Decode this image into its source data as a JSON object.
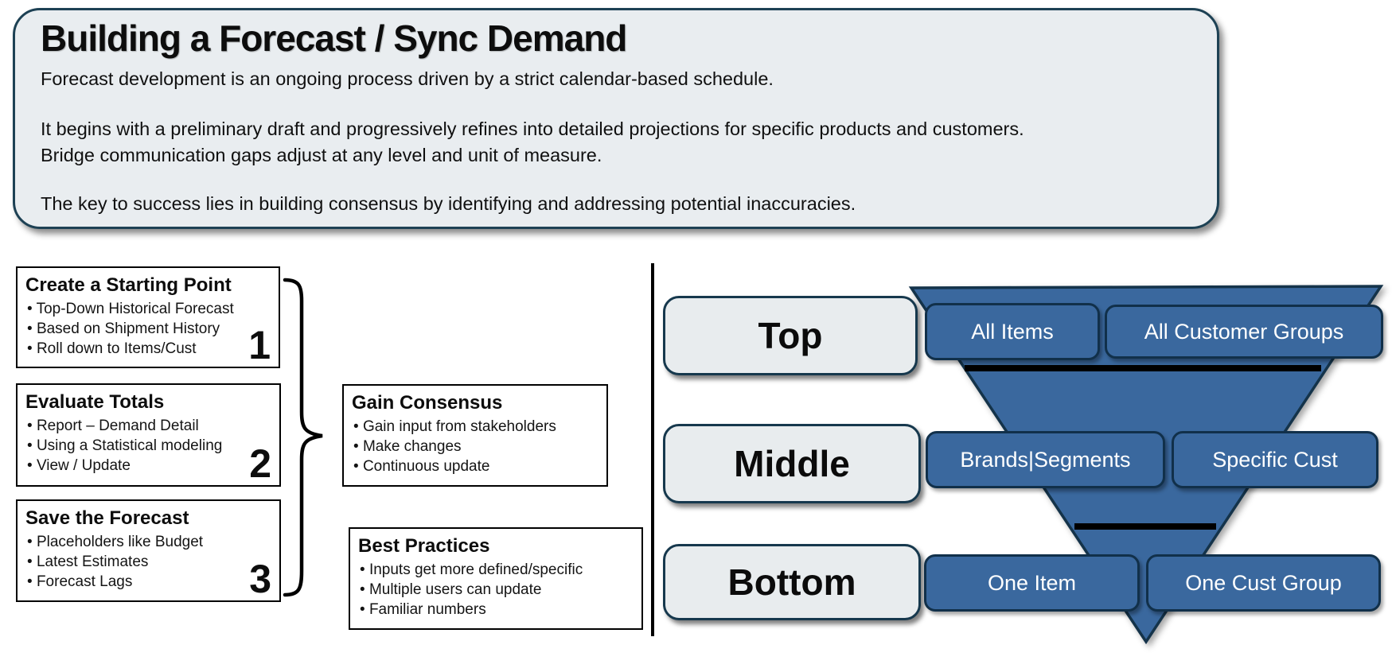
{
  "header": {
    "title": "Building a Forecast / Sync Demand",
    "paragraph_1": "Forecast development is an ongoing process driven by a strict calendar-based schedule.",
    "paragraph_2a": "It begins with a preliminary draft and progressively refines into detailed projections for specific products and customers.",
    "paragraph_2b": "Bridge communication gaps adjust at any level and unit of measure.",
    "paragraph_3": "The key to success lies in building consensus by identifying and addressing potential inaccuracies."
  },
  "steps": [
    {
      "number": "1",
      "title": "Create a Starting Point",
      "bullets": [
        "Top-Down Historical Forecast",
        "Based on Shipment History",
        "Roll down to Items/Cust"
      ]
    },
    {
      "number": "2",
      "title": "Evaluate Totals",
      "bullets": [
        "Report – Demand Detail",
        "Using a Statistical modeling",
        "View / Update"
      ]
    },
    {
      "number": "3",
      "title": "Save the Forecast",
      "bullets": [
        "Placeholders like Budget",
        "Latest Estimates",
        "Forecast Lags"
      ]
    }
  ],
  "consensus": {
    "title": "Gain Consensus",
    "bullets": [
      "Gain input from stakeholders",
      "Make changes",
      "Continuous update"
    ]
  },
  "best_practices": {
    "title": "Best Practices",
    "bullets": [
      "Inputs get more defined/specific",
      "Multiple users can update",
      "Familiar numbers"
    ]
  },
  "funnel": {
    "levels": [
      {
        "label": "Top",
        "item_scope": "All Items",
        "customer_scope": "All Customer Groups"
      },
      {
        "label": "Middle",
        "item_scope": "Brands|Segments",
        "customer_scope": "Specific Cust"
      },
      {
        "label": "Bottom",
        "item_scope": "One Item",
        "customer_scope": "One Cust Group"
      }
    ],
    "colors": {
      "funnel_blue": "#3a689e",
      "funnel_border": "#11304a",
      "level_label_bg": "#e8ecee",
      "level_label_border": "#16384d",
      "panel_bg": "#e9edf0",
      "panel_border": "#1d4154"
    }
  }
}
